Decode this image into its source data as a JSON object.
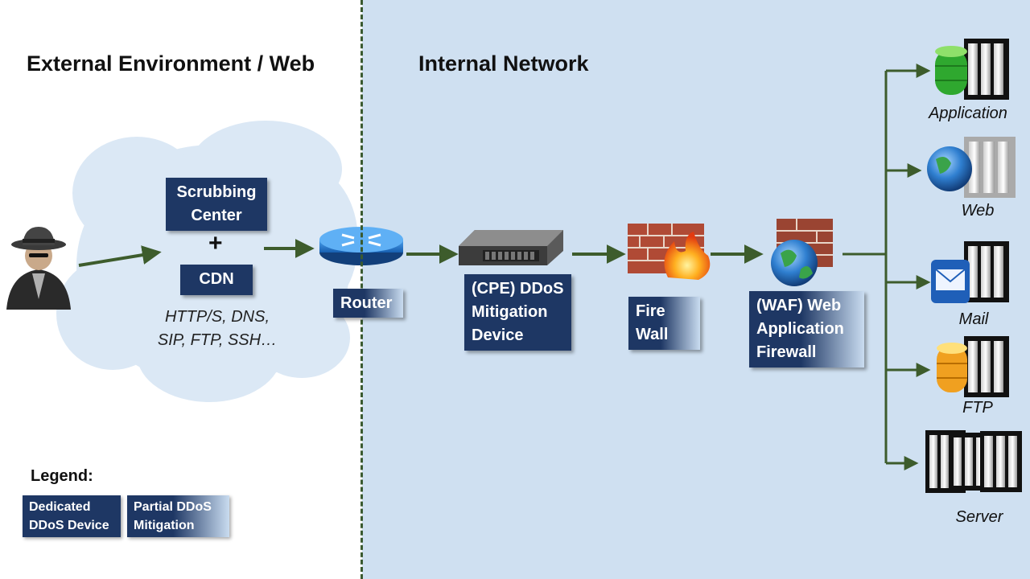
{
  "headings": {
    "external": "External Environment  / Web",
    "internal": "Internal Network"
  },
  "cloud": {
    "scrubbing_lines": [
      "Scrubbing",
      "Center"
    ],
    "plus": "+",
    "cdn": "CDN",
    "protocols_lines": [
      "HTTP/S, DNS,",
      "SIP, FTP, SSH…"
    ]
  },
  "devices": {
    "router": "Router",
    "cpe_lines": [
      "(CPE) DDoS",
      "Mitigation",
      "Device"
    ],
    "firewall_lines": [
      "Fire",
      "Wall"
    ],
    "waf_lines": [
      "(WAF) Web",
      "Application",
      "Firewall"
    ]
  },
  "servers": [
    "Application",
    "Web",
    "Mail",
    "FTP",
    "Server"
  ],
  "legend": {
    "title": "Legend:",
    "dedicated_lines": [
      "Dedicated",
      "DDoS Device"
    ],
    "partial_lines": [
      "Partial  DDoS",
      "Mitigation"
    ]
  },
  "colors": {
    "internal_bg": "#cfe0f1",
    "box_navy": "#1e3764",
    "arrow_green": "#3d5c2c",
    "cloud": "#dbe8f5"
  }
}
